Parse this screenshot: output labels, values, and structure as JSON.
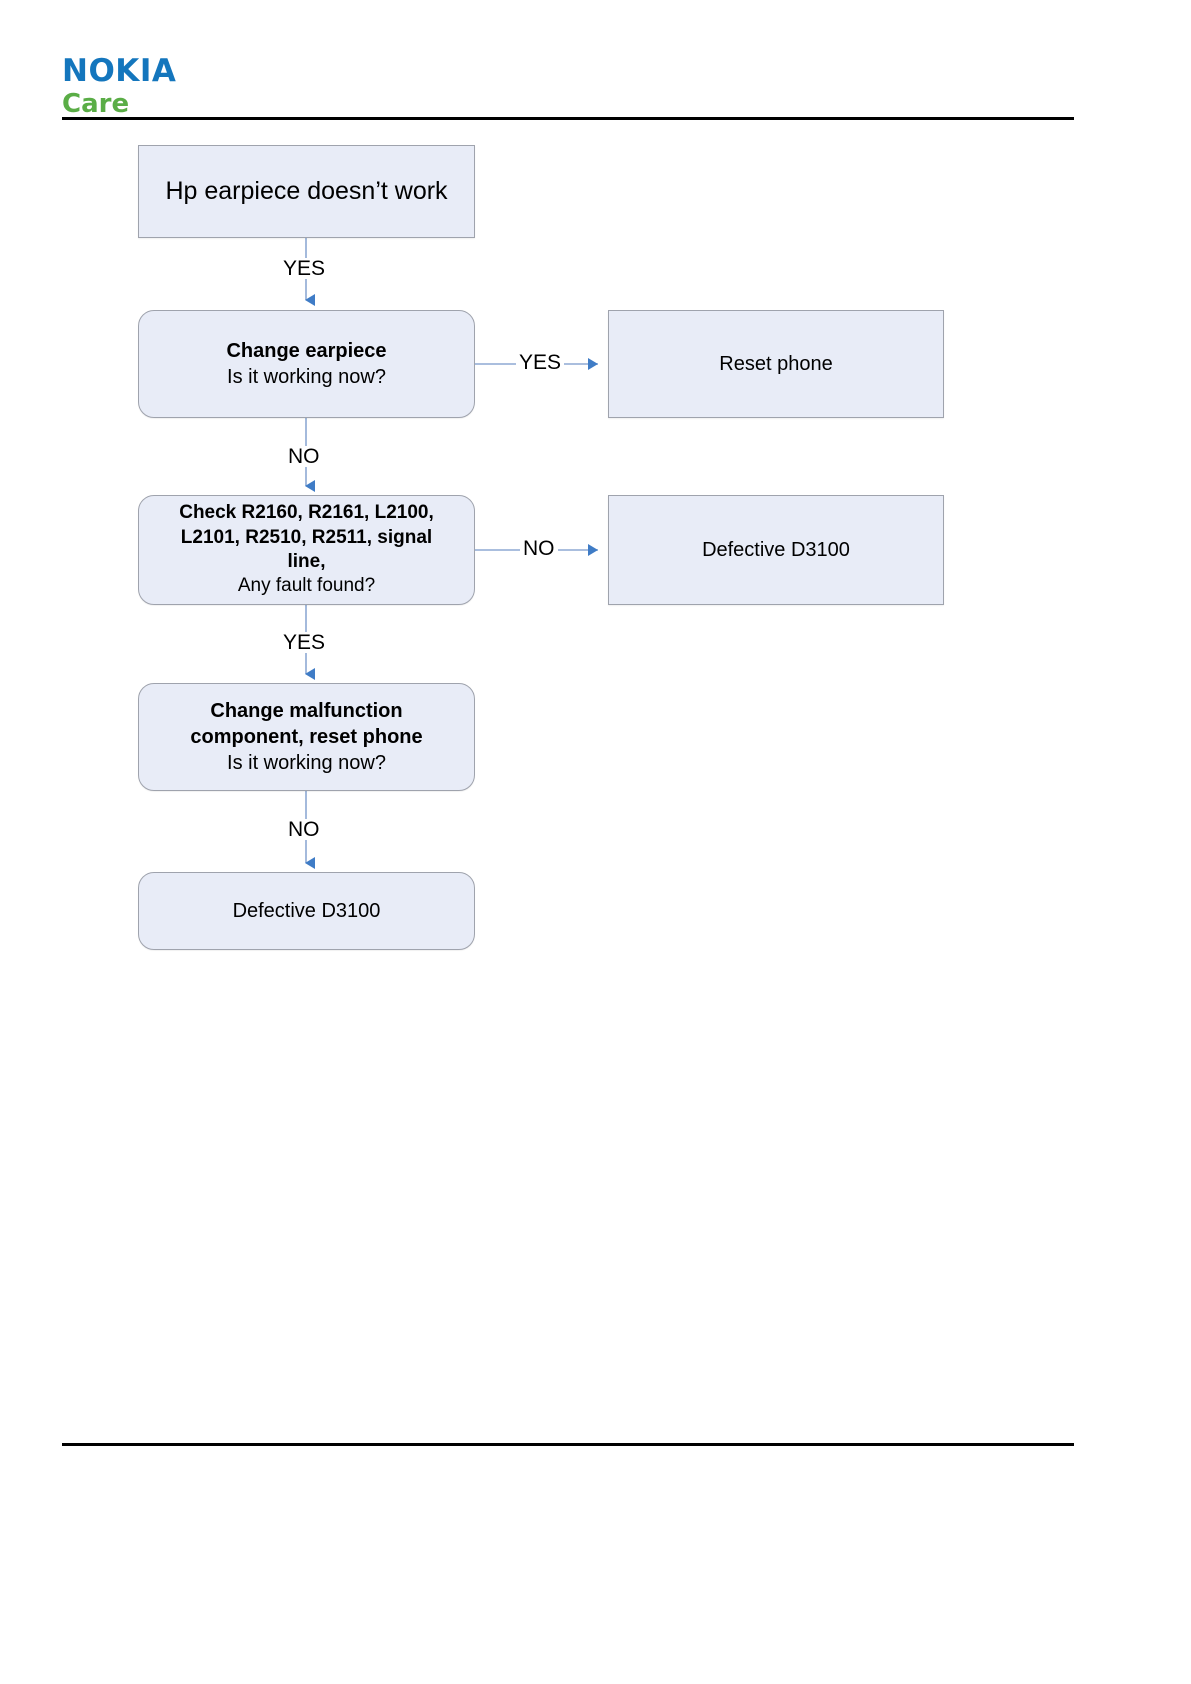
{
  "document": {
    "brand": {
      "name": "NOKIA",
      "sub": "Care",
      "name_color": "#1476bd",
      "sub_color": "#5aad46"
    }
  },
  "flowchart": {
    "type": "diagram",
    "title": "Hp earpiece doesn't work troubleshooting",
    "node_fill": "#e8ecf7",
    "node_stroke": "#9fa3ad",
    "connector_color": "#8da9d4",
    "arrowhead_color": "#3f7cc6",
    "nodes": [
      {
        "id": "start",
        "shape": "rectangle",
        "lines": [
          {
            "text": "Hp earpiece doesn’t work",
            "bold": false
          }
        ]
      },
      {
        "id": "change-earpiece",
        "shape": "rounded",
        "lines": [
          {
            "text": "Change earpiece",
            "bold": true
          },
          {
            "text": "Is it working now?",
            "bold": false
          }
        ]
      },
      {
        "id": "reset-phone",
        "shape": "rectangle",
        "lines": [
          {
            "text": "Reset phone",
            "bold": false
          }
        ]
      },
      {
        "id": "check-components",
        "shape": "rounded",
        "lines": [
          {
            "text": "Check R2160, R2161, L2100,",
            "bold": true
          },
          {
            "text": "L2101, R2510, R2511, signal",
            "bold": true
          },
          {
            "text": "line,",
            "bold": true
          },
          {
            "text": "Any fault found?",
            "bold": false
          }
        ]
      },
      {
        "id": "defective-right",
        "shape": "rectangle",
        "lines": [
          {
            "text": "Defective D3100",
            "bold": false
          }
        ]
      },
      {
        "id": "change-malfunction",
        "shape": "rounded",
        "lines": [
          {
            "text": "Change malfunction",
            "bold": true
          },
          {
            "text": "component, reset phone",
            "bold": true
          },
          {
            "text": "Is it working now?",
            "bold": false
          }
        ]
      },
      {
        "id": "defective-bottom",
        "shape": "rounded",
        "lines": [
          {
            "text": "Defective D3100",
            "bold": false
          }
        ]
      }
    ],
    "edges": [
      {
        "id": "yes-1",
        "from": "start",
        "to": "change-earpiece",
        "label": "YES"
      },
      {
        "id": "yes-branch",
        "from": "change-earpiece",
        "to": "reset-phone",
        "label": "YES"
      },
      {
        "id": "no-1",
        "from": "change-earpiece",
        "to": "check-components",
        "label": "NO"
      },
      {
        "id": "no-branch",
        "from": "check-components",
        "to": "defective-right",
        "label": "NO"
      },
      {
        "id": "yes-2",
        "from": "check-components",
        "to": "change-malfunction",
        "label": "YES"
      },
      {
        "id": "no-2",
        "from": "change-malfunction",
        "to": "defective-bottom",
        "label": "NO"
      }
    ]
  }
}
